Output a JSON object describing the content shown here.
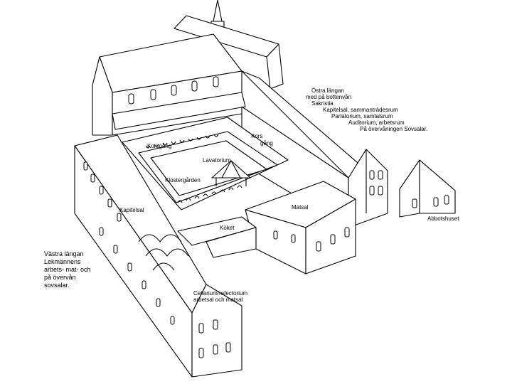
{
  "diagram": {
    "east_wing": {
      "lines": [
        "Östra längan",
        "med på bottenvån",
        "Sakristia",
        "Kapitelsal, sammanträdesrum",
        "Parlatorium, samtalsrum",
        "Auditorium, arbetsrum",
        "På övervåningen Sovsalar."
      ]
    },
    "labels": {
      "korsgang_left": "Korsgång",
      "korsgang_right_1": "Kors",
      "korsgang_right_2": "gång",
      "lavatorium": "Lavatorium",
      "klostergarden": "Klostergården",
      "kapitelsal": "Kapitelsal",
      "matsal": "Matsal",
      "koket": "Köket",
      "abbotshuset": "Abbotshuset",
      "cellarium": "Cellarium/refectorium arbetsal och matsal"
    },
    "west_wing": {
      "text": "Västra längan Lekmännens arbets- mat- och på övervån sovsalar."
    }
  }
}
